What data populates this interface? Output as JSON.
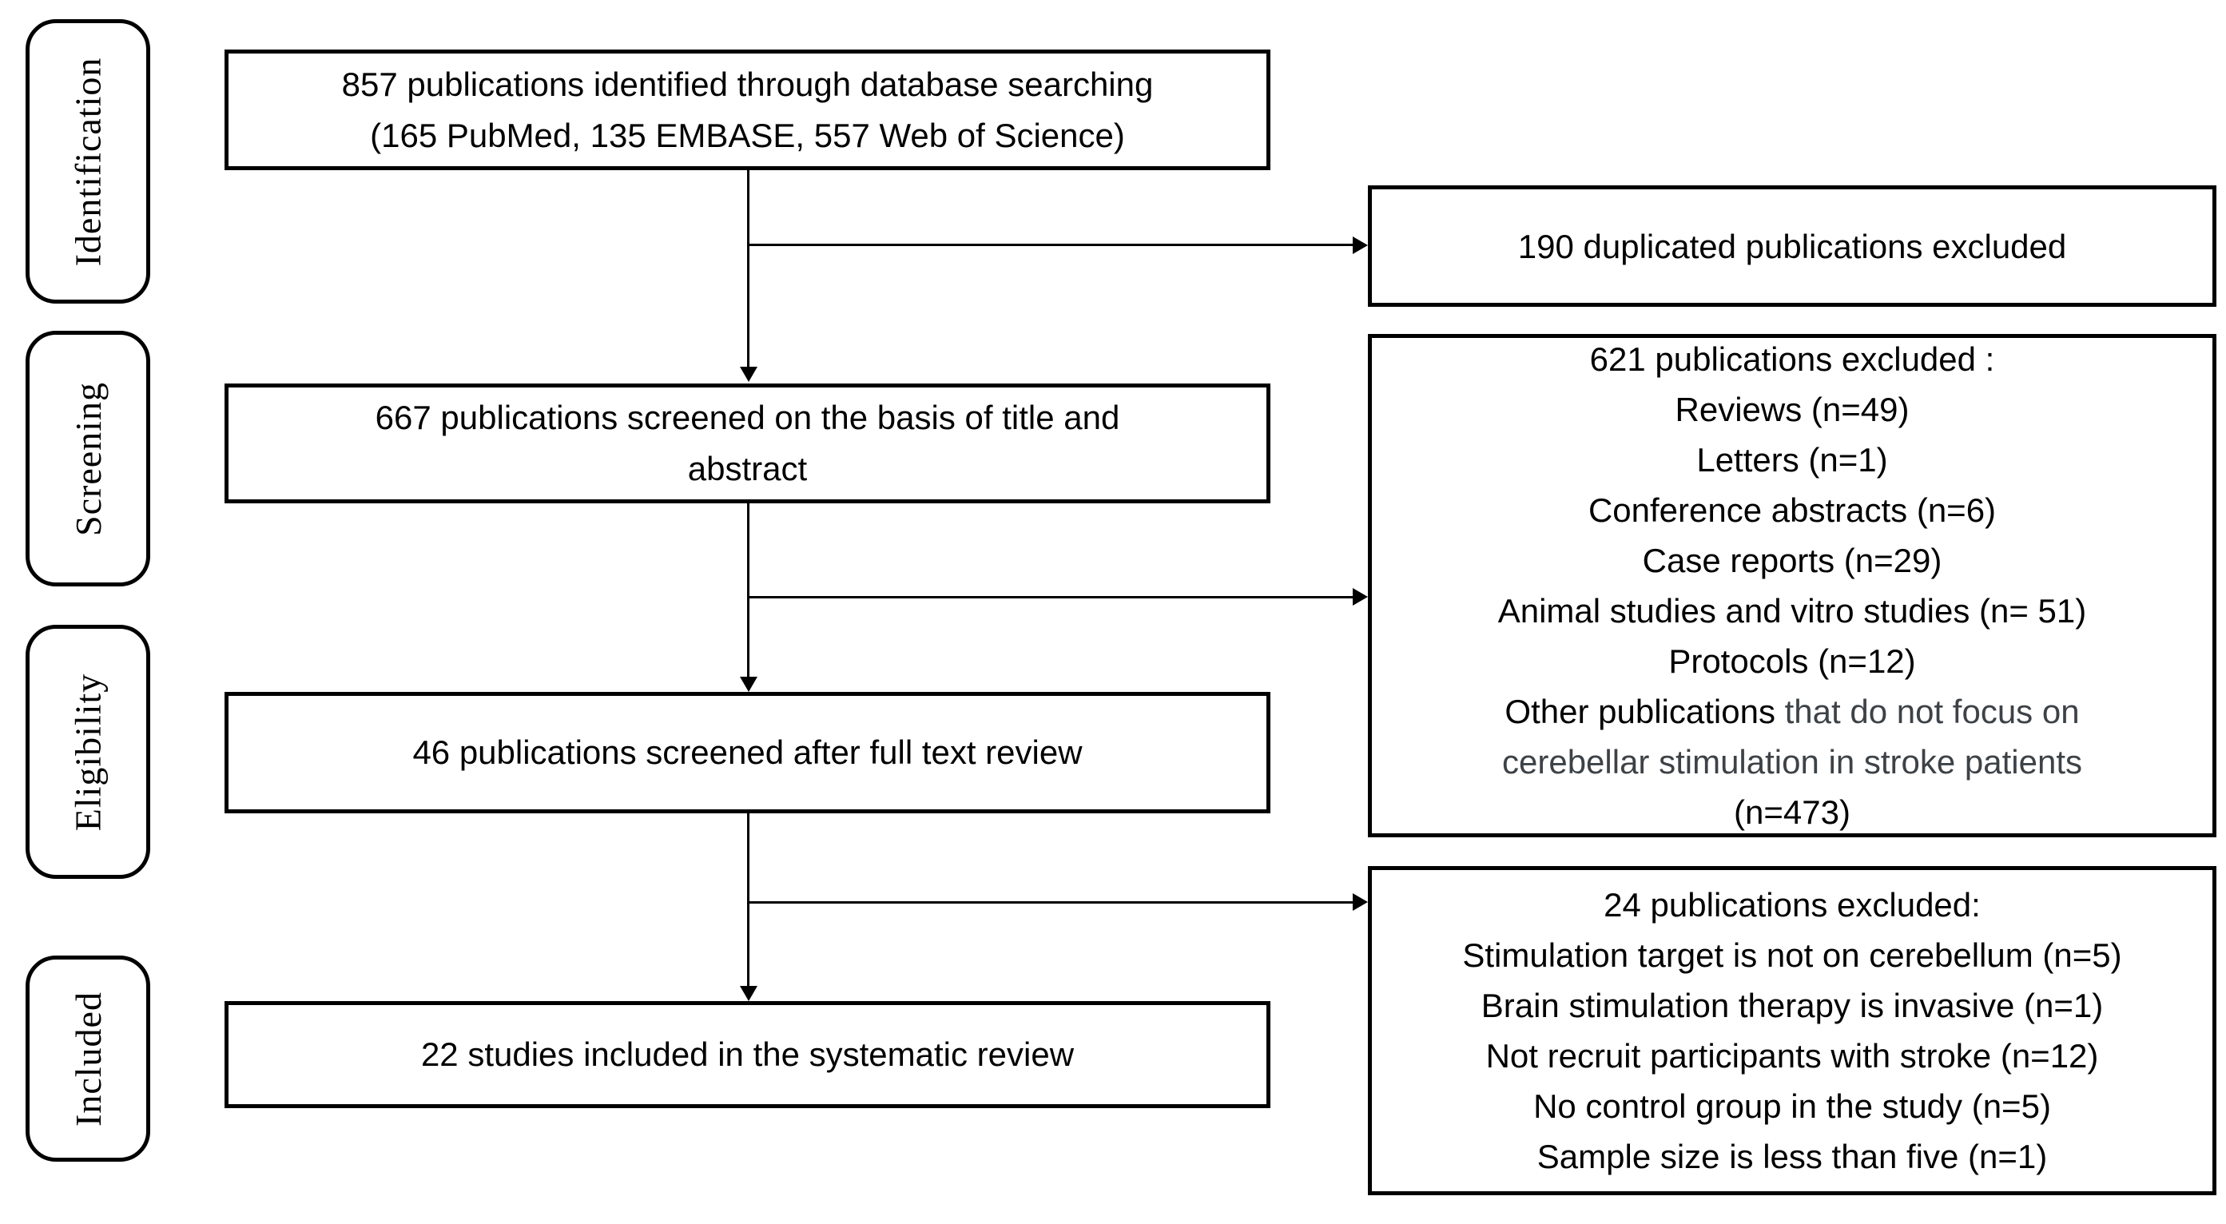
{
  "stages": [
    {
      "label": "Identification"
    },
    {
      "label": "Screening"
    },
    {
      "label": "Eligibility"
    },
    {
      "label": "Included"
    }
  ],
  "flow": {
    "identified": {
      "line1": "857 publications identified through database searching",
      "line2": "(165 PubMed, 135 EMBASE, 557 Web of Science)"
    },
    "screened_title_abstract": {
      "line1": "667 publications screened on the basis of title and",
      "line2": "abstract"
    },
    "screened_full_text": {
      "text": "46 publications screened after full text review"
    },
    "included_studies": {
      "text": "22 studies included in the systematic review"
    }
  },
  "exclusions": {
    "duplicates": {
      "text": "190 duplicated publications excluded"
    },
    "title_abstract": {
      "header": "621 publications excluded :",
      "lines": [
        "Reviews (n=49)",
        "Letters (n=1)",
        "Conference abstracts (n=6)",
        "Case reports (n=29)",
        "Animal studies and vitro studies (n= 51)",
        "Protocols (n=12)"
      ],
      "other_black_prefix": "Other publications ",
      "other_gray_line1": "that do not focus on",
      "other_gray_line2": "cerebellar stimulation in stroke patients",
      "other_count": "(n=473)"
    },
    "full_text": {
      "header": "24 publications excluded:",
      "lines": [
        "Stimulation target is not on cerebellum (n=5)",
        "Brain stimulation therapy is invasive (n=1)",
        "Not recruit participants with stroke (n=12)",
        "No control group in the study (n=5)",
        "Sample size is less than five (n=1)"
      ]
    }
  },
  "colors": {
    "background": "#ffffff",
    "line": "#000000",
    "text": "#000000",
    "muted_text": "#3d4247"
  }
}
